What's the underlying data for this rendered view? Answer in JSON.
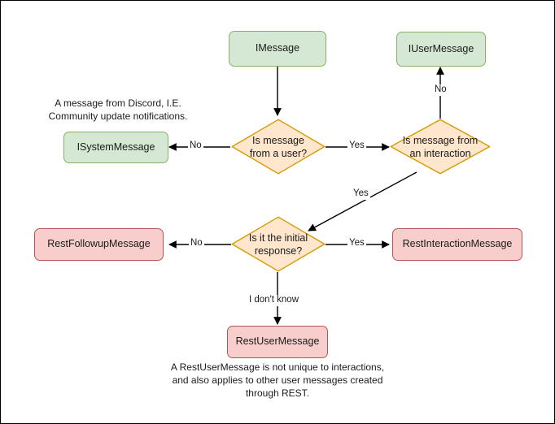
{
  "diagram": {
    "title": "Discord message type decision flowchart",
    "colors": {
      "green_fill": "#d5e8d4",
      "green_border": "#82b366",
      "orange_fill": "#ffe6cc",
      "orange_border": "#d79b00",
      "pink_fill": "#f8cecc",
      "pink_border": "#b85450",
      "edge": "#000000",
      "text": "#1a1a1a",
      "frame": "#000000"
    },
    "nodes": {
      "imessage": "IMessage",
      "iusermessage": "IUserMessage",
      "isystemmessage": "ISystemMessage",
      "is_message_from_user": "Is message from a user?",
      "is_message_from_interaction": "Is message from an interaction",
      "is_initial_response": "Is it the initial response?",
      "restfollowupmessage": "RestFollowupMessage",
      "restinteractionmessage": "RestInteractionMessage",
      "restusermessage": "RestUserMessage"
    },
    "edge_labels": {
      "user_no": "No",
      "user_yes": "Yes",
      "interaction_no": "No",
      "interaction_yes": "Yes",
      "initial_no": "No",
      "initial_yes": "Yes",
      "initial_unknown": "I don't know"
    },
    "notes": {
      "system_message": "A message from Discord, I.E.\nCommunity update notifications.",
      "rest_user_message": "A RestUserMessage is not unique to interactions,\nand also applies to other user messages created\nthrough REST."
    }
  }
}
